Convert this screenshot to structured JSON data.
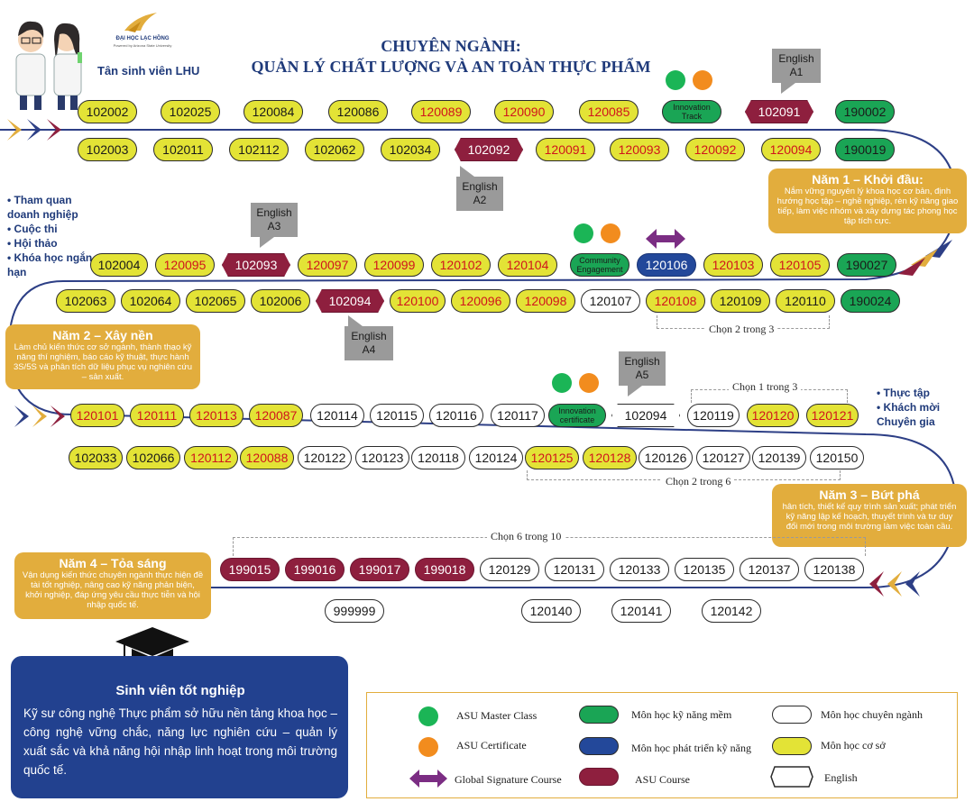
{
  "header": {
    "logo_text": "ĐẠI HỌC LẠC HỒNG",
    "logo_sub": "Powered by Arizona State University",
    "newcomer": "Tân sinh viên LHU",
    "title_line1": "CHUYÊN NGÀNH:",
    "title_line2": "QUẢN LÝ CHẤT LƯỢNG VÀ AN TOÀN THỰC PHẨM"
  },
  "colors": {
    "basic": "#e3e336",
    "major": "#ffffff",
    "asu": "#8e1f3e",
    "soft": "#1aa555",
    "skill": "#23489a",
    "year_box": "#e2ad3d",
    "flow_line": "#2d3f86",
    "title": "#1f3a7a"
  },
  "courses": {
    "r1": [
      {
        "code": "102002",
        "type": "basic"
      },
      {
        "code": "102025",
        "type": "basic"
      },
      {
        "code": "120084",
        "type": "basic"
      },
      {
        "code": "120086",
        "type": "basic"
      },
      {
        "code": "120089",
        "type": "basic-red"
      },
      {
        "code": "120090",
        "type": "basic-red"
      },
      {
        "code": "120085",
        "type": "basic-red"
      },
      {
        "code": "Innovation Track",
        "type": "soft"
      },
      {
        "code": "102091",
        "type": "asu-hex"
      },
      {
        "code": "190002",
        "type": "soft"
      }
    ],
    "r2": [
      {
        "code": "102003",
        "type": "basic"
      },
      {
        "code": "102011",
        "type": "basic"
      },
      {
        "code": "102112",
        "type": "basic"
      },
      {
        "code": "102062",
        "type": "basic"
      },
      {
        "code": "102034",
        "type": "basic"
      },
      {
        "code": "102092",
        "type": "asu-hex"
      },
      {
        "code": "120091",
        "type": "basic-red"
      },
      {
        "code": "120093",
        "type": "basic-red"
      },
      {
        "code": "120092",
        "type": "basic-red"
      },
      {
        "code": "120094",
        "type": "basic-red"
      },
      {
        "code": "190019",
        "type": "soft"
      }
    ],
    "r3": [
      {
        "code": "102004",
        "type": "basic"
      },
      {
        "code": "120095",
        "type": "basic-red"
      },
      {
        "code": "102093",
        "type": "asu-hex"
      },
      {
        "code": "120097",
        "type": "basic-red"
      },
      {
        "code": "120099",
        "type": "basic-red"
      },
      {
        "code": "120102",
        "type": "basic-red"
      },
      {
        "code": "120104",
        "type": "basic-red"
      },
      {
        "code": "Community Engagement",
        "type": "soft"
      },
      {
        "code": "120106",
        "type": "skill"
      },
      {
        "code": "120103",
        "type": "basic-red"
      },
      {
        "code": "120105",
        "type": "basic-red"
      },
      {
        "code": "190027",
        "type": "soft"
      }
    ],
    "r4": [
      {
        "code": "102063",
        "type": "basic"
      },
      {
        "code": "102064",
        "type": "basic"
      },
      {
        "code": "102065",
        "type": "basic"
      },
      {
        "code": "102006",
        "type": "basic"
      },
      {
        "code": "102094",
        "type": "asu-hex"
      },
      {
        "code": "120100",
        "type": "basic-red"
      },
      {
        "code": "120096",
        "type": "basic-red"
      },
      {
        "code": "120098",
        "type": "basic-red"
      },
      {
        "code": "120107",
        "type": "major"
      },
      {
        "code": "120108",
        "type": "basic-red"
      },
      {
        "code": "120109",
        "type": "basic"
      },
      {
        "code": "120110",
        "type": "basic"
      },
      {
        "code": "190024",
        "type": "soft"
      }
    ],
    "r5": [
      {
        "code": "120101",
        "type": "basic-red"
      },
      {
        "code": "120111",
        "type": "basic-red"
      },
      {
        "code": "120113",
        "type": "basic-red"
      },
      {
        "code": "120087",
        "type": "basic-red"
      },
      {
        "code": "120114",
        "type": "major"
      },
      {
        "code": "120115",
        "type": "major"
      },
      {
        "code": "120116",
        "type": "major"
      },
      {
        "code": "120117",
        "type": "major"
      },
      {
        "code": "Innovation certificate",
        "type": "soft"
      },
      {
        "code": "102094",
        "type": "english"
      },
      {
        "code": "120119",
        "type": "major"
      },
      {
        "code": "120120",
        "type": "basic-red"
      },
      {
        "code": "120121",
        "type": "basic-red"
      }
    ],
    "r6": [
      {
        "code": "102033",
        "type": "basic"
      },
      {
        "code": "102066",
        "type": "basic"
      },
      {
        "code": "120112",
        "type": "basic-red"
      },
      {
        "code": "120088",
        "type": "basic-red"
      },
      {
        "code": "120122",
        "type": "major"
      },
      {
        "code": "120123",
        "type": "major"
      },
      {
        "code": "120118",
        "type": "major"
      },
      {
        "code": "120124",
        "type": "major"
      },
      {
        "code": "120125",
        "type": "basic-red"
      },
      {
        "code": "120128",
        "type": "basic-red"
      },
      {
        "code": "120126",
        "type": "major"
      },
      {
        "code": "120127",
        "type": "major"
      },
      {
        "code": "120139",
        "type": "major"
      },
      {
        "code": "120150",
        "type": "major"
      }
    ],
    "r7": [
      {
        "code": "199015",
        "type": "asu"
      },
      {
        "code": "199016",
        "type": "asu"
      },
      {
        "code": "199017",
        "type": "asu"
      },
      {
        "code": "199018",
        "type": "asu"
      },
      {
        "code": "120129",
        "type": "major"
      },
      {
        "code": "120131",
        "type": "major"
      },
      {
        "code": "120133",
        "type": "major"
      },
      {
        "code": "120135",
        "type": "major"
      },
      {
        "code": "120137",
        "type": "major"
      },
      {
        "code": "120138",
        "type": "major"
      }
    ],
    "r8": [
      {
        "code": "999999",
        "type": "major"
      },
      {
        "code": "120140",
        "type": "major"
      },
      {
        "code": "120141",
        "type": "major"
      },
      {
        "code": "120142",
        "type": "major"
      }
    ]
  },
  "english": {
    "a1": "English A1",
    "a2": "English A2",
    "a3": "English A3",
    "a4": "English A4",
    "a5": "English A5"
  },
  "choose": {
    "c1": "Chọn 2 trong 3",
    "c2": "Chọn 1 trong 3",
    "c3": "Chọn 2 trong 6",
    "c4": "Chọn 6 trong 10"
  },
  "years": {
    "y1": {
      "title": "Năm 1 – Khởi đầu:",
      "desc": "Nắm vững nguyên lý khoa học cơ bản, định hướng học tập – nghề nghiệp, rèn kỹ năng giao tiếp, làm việc nhóm và xây dựng tác phong học tập tích cực."
    },
    "y2": {
      "title": "Năm 2 – Xây nền",
      "desc": "Làm chủ kiến thức cơ sở ngành, thành thạo kỹ năng thí nghiệm, báo cáo kỹ thuật, thực hành 3S/5S và phân tích dữ liệu phục vụ nghiên cứu – sản xuất."
    },
    "y3": {
      "title": "Năm 3 – Bứt phá",
      "desc": "hân tích, thiết kế quy trình sản xuất; phát triển kỹ năng lập kế hoạch, thuyết trình và tư duy đổi mới trong môi trường làm việc toàn cầu."
    },
    "y4": {
      "title": "Năm 4 – Tỏa sáng",
      "desc": "Vận dụng kiến thức chuyên ngành thực hiện đề tài tốt nghiệp, nâng cao kỹ năng phản biện, khởi nghiệp, đáp ứng yêu cầu thực tiễn và hội nhập quốc tế."
    }
  },
  "activities_left": [
    "Tham quan doanh nghiệp",
    "Cuộc thi",
    "Hội thảo",
    "Khóa học ngắn hạn"
  ],
  "activities_right": [
    "Thực tập",
    "Khách mời Chuyên gia"
  ],
  "graduate": {
    "title": "Sinh viên tốt nghiệp",
    "desc": "Kỹ sư công nghệ Thực phẩm sở hữu nền tảng khoa học – công nghệ vững chắc, năng lực nghiên cứu – quản lý xuất sắc và khả năng hội nhập linh hoạt trong môi trường quốc tế."
  },
  "legend": {
    "master_class": "ASU Master Class",
    "certificate": "ASU Certificate",
    "global": "Global Signature Course",
    "soft": "Môn học kỹ năng mềm",
    "skill": "Môn học phát triển kỹ năng",
    "asu": "ASU Course",
    "major": "Môn học chuyên ngành",
    "basic": "Môn học cơ sở",
    "english": "English"
  }
}
